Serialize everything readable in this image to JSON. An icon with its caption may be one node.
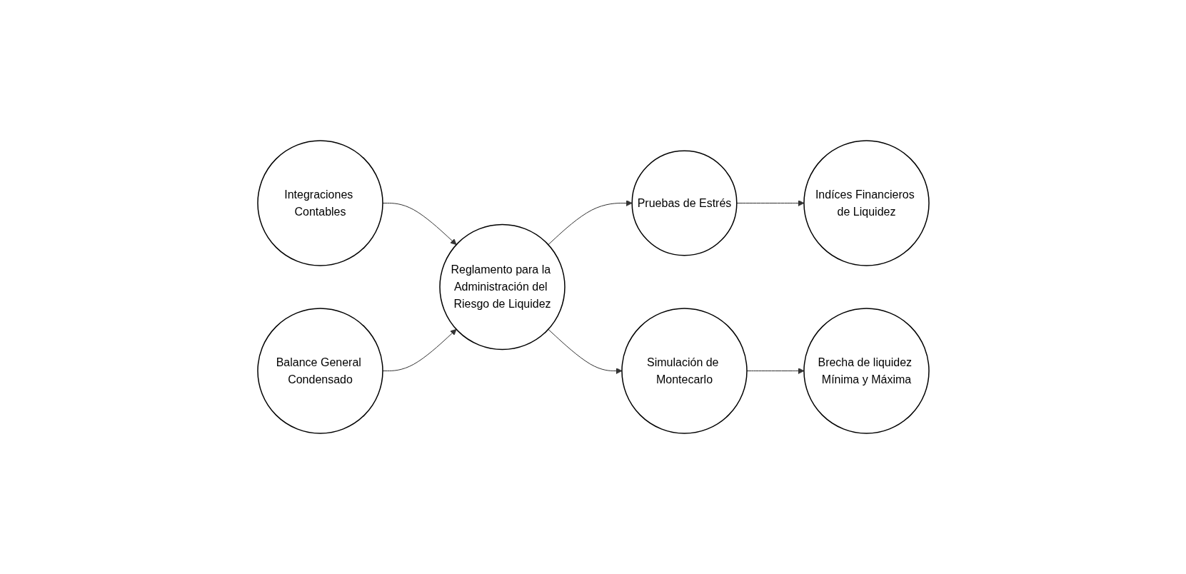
{
  "diagram": {
    "nodes": [
      {
        "text": [
          "Integraciones Contables"
        ]
      },
      {
        "text": [
          "Reglamento para la Administración del Riesgo de Liquidez"
        ]
      },
      {
        "text": [
          "Pruebas de Estrés"
        ]
      },
      {
        "text": [
          "Indíces Financieros de Liquidez"
        ]
      },
      {
        "text": [
          "Balance General Condensado"
        ]
      },
      {
        "text": [
          "Simulación de Montecarlo"
        ]
      },
      {
        "text": [
          "Brecha de liquidez Mínima y Máxima"
        ]
      }
    ],
    "edges": [
      {
        "from": 0,
        "to": 1,
        "arrow": "to"
      },
      {
        "from": 4,
        "to": 1,
        "arrow": "to"
      },
      {
        "from": 1,
        "to": 2,
        "arrow": "to"
      },
      {
        "from": 2,
        "to": 3,
        "arrow": "to"
      },
      {
        "from": 1,
        "to": 5,
        "arrow": "to"
      },
      {
        "from": 5,
        "to": 6,
        "arrow": "to"
      }
    ]
  }
}
